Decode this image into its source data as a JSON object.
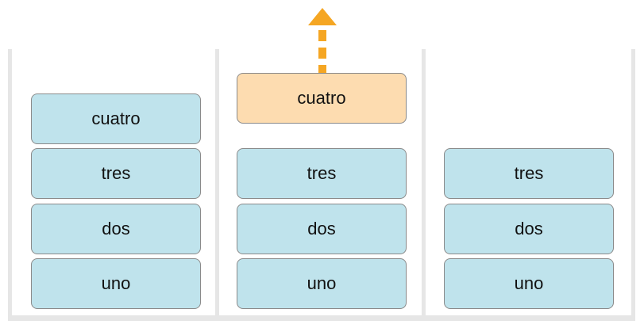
{
  "stacks": [
    {
      "items": [
        "cuatro",
        "tres",
        "dos",
        "uno"
      ]
    },
    {
      "popped_item": "cuatro",
      "items": [
        "tres",
        "dos",
        "uno"
      ]
    },
    {
      "items": [
        "tres",
        "dos",
        "uno"
      ]
    }
  ],
  "colors": {
    "box_fill": "#bfe3ec",
    "popped_fill": "#fddcb0",
    "arrow": "#f5a623",
    "wall": "#e6e6e6"
  },
  "icons": {
    "pop_arrow": "dashed-up-arrow-icon"
  }
}
